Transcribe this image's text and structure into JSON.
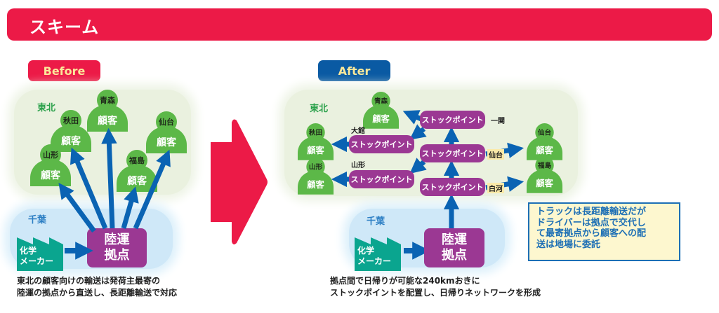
{
  "header": {
    "title": "スキーム"
  },
  "colors": {
    "accent_red": "#ec1a47",
    "after_blue": "#0a5aa3",
    "customer_green": "#5cb848",
    "hub_purple": "#9b3893",
    "arrow_blue": "#0a63b3",
    "factory_teal": "#0aa58f"
  },
  "before": {
    "label": "Before",
    "region_tohoku": "東北",
    "region_chiba": "千葉",
    "customers": [
      {
        "place": "秋田",
        "kind": "顧客"
      },
      {
        "place": "青森",
        "kind": "顧客"
      },
      {
        "place": "仙台",
        "kind": "顧客"
      },
      {
        "place": "山形",
        "kind": "顧客"
      },
      {
        "place": "福島",
        "kind": "顧客"
      }
    ],
    "factory": {
      "line1": "化学",
      "line2": "メーカー"
    },
    "hub": {
      "line1": "陸運",
      "line2": "拠点"
    },
    "caption": {
      "line1": "東北の顧客向けの輸送は発荷主最寄の",
      "line2": "陸運の拠点から直送し、長距離輸送で対応"
    }
  },
  "after": {
    "label": "After",
    "region_tohoku": "東北",
    "region_chiba": "千葉",
    "customers": [
      {
        "place": "青森",
        "kind": "顧客"
      },
      {
        "place": "秋田",
        "kind": "顧客"
      },
      {
        "place": "山形",
        "kind": "顧客"
      },
      {
        "place": "仙台",
        "kind": "顧客"
      },
      {
        "place": "福島",
        "kind": "顧客"
      }
    ],
    "stock_points": [
      {
        "label": "ストックポイント",
        "city": "一関"
      },
      {
        "label": "ストックポイント",
        "city": "仙台"
      },
      {
        "label": "ストックポイント",
        "city": "白河"
      },
      {
        "label": "ストックポイント",
        "city": "大館"
      },
      {
        "label": "ストックポイント",
        "city": "山形"
      }
    ],
    "factory": {
      "line1": "化学",
      "line2": "メーカー"
    },
    "hub": {
      "line1": "陸運",
      "line2": "拠点"
    },
    "caption": {
      "line1": "拠点間で日帰りが可能な240kmおきに",
      "line2": "ストックポイントを配置し、日帰りネットワークを形成"
    },
    "note": {
      "line1": "トラックは長距離輸送だが",
      "line2": "ドライバーは拠点で交代し",
      "line3": "て最寄拠点から顧客への配",
      "line4": "送は地場に委託"
    }
  }
}
